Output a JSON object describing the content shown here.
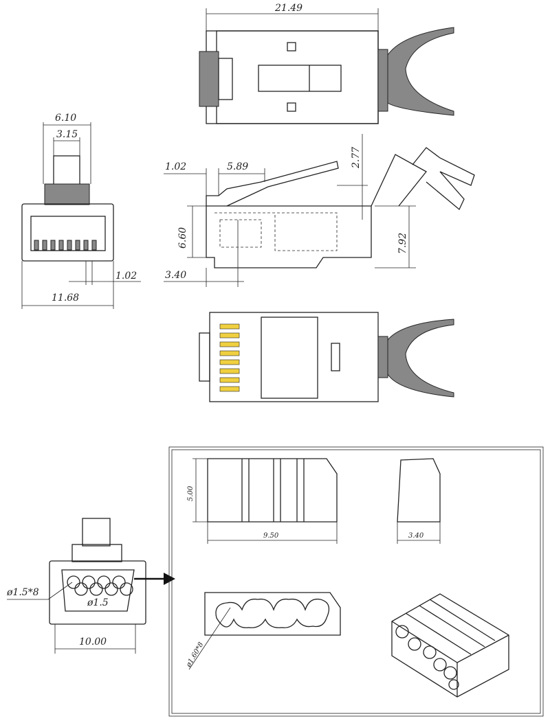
{
  "dimensions": {
    "top_length": "21.49",
    "front_width_outer": "6.10",
    "front_width_inner": "3.15",
    "pin_pitch": "1.02",
    "front_total_width": "11.68",
    "side_offset": "1.02",
    "side_latch": "5.89",
    "side_latch_height": "2.77",
    "side_height": "6.60",
    "side_total_height": "7.92",
    "side_contact": "3.40",
    "load_bar_height": "5.00",
    "load_bar_length": "9.50",
    "load_bar_depth": "3.40",
    "hole_count_dia": "ø1.5*8",
    "hole_dia": "ø1.5",
    "front_width_bottom": "10.00",
    "load_bar_hole_dia": "ø1.60*8"
  }
}
